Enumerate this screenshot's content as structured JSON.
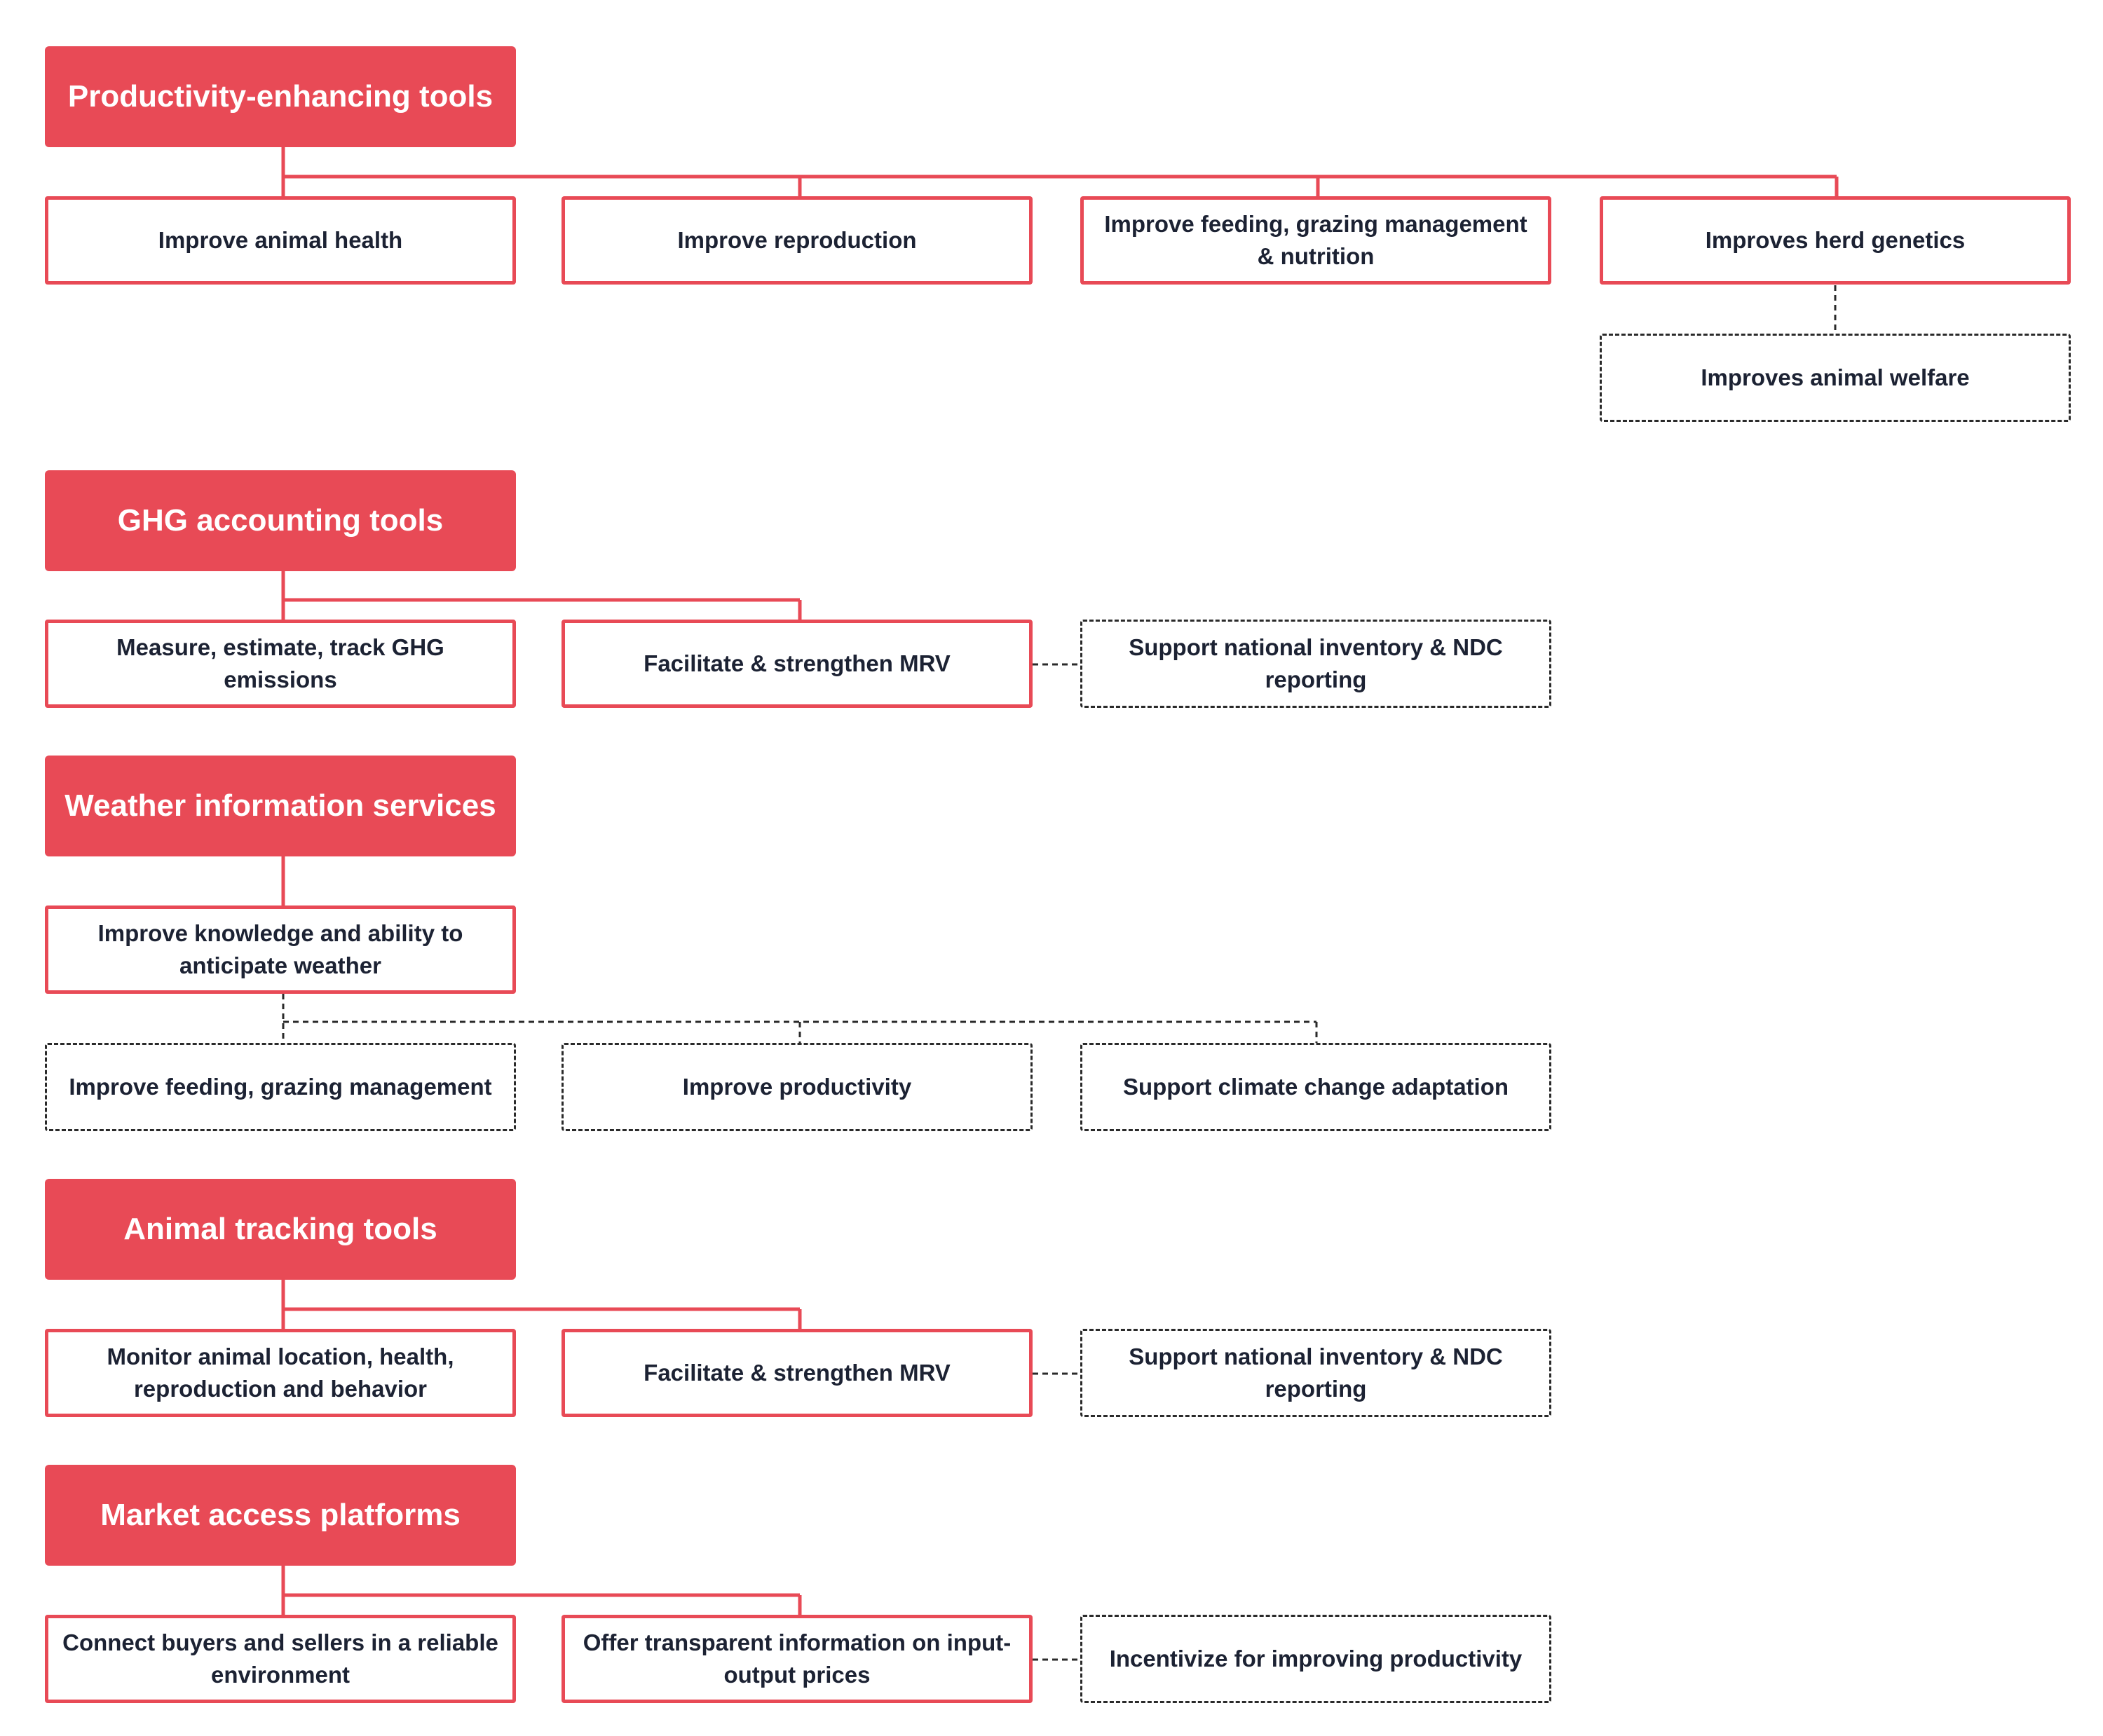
{
  "colors": {
    "accent": "#e84a56",
    "text": "#1c2233",
    "dashed_border": "#2a2a2a",
    "background": "#ffffff"
  },
  "sections": [
    {
      "title": "Productivity-enhancing tools",
      "items": [
        "Improve animal health",
        "Improve reproduction",
        "Improve feeding, grazing management & nutrition",
        "Improves herd genetics"
      ],
      "outcomes": [
        "Improves animal welfare"
      ]
    },
    {
      "title": "GHG accounting tools",
      "items": [
        "Measure, estimate, track GHG emissions",
        "Facilitate & strengthen MRV"
      ],
      "outcomes": [
        "Support national inventory & NDC reporting"
      ]
    },
    {
      "title": "Weather information services",
      "items": [
        "Improve knowledge and ability to anticipate weather"
      ],
      "outcomes": [
        "Improve feeding, grazing management",
        "Improve productivity",
        "Support climate change adaptation"
      ]
    },
    {
      "title": "Animal tracking tools",
      "items": [
        "Monitor animal location, health, reproduction and behavior",
        "Facilitate & strengthen MRV"
      ],
      "outcomes": [
        "Support national inventory & NDC reporting"
      ]
    },
    {
      "title": "Market access platforms",
      "items": [
        "Connect buyers and sellers in a reliable environment",
        "Offer transparent information on input-output prices"
      ],
      "outcomes": [
        "Incentivize for improving productivity"
      ]
    }
  ]
}
